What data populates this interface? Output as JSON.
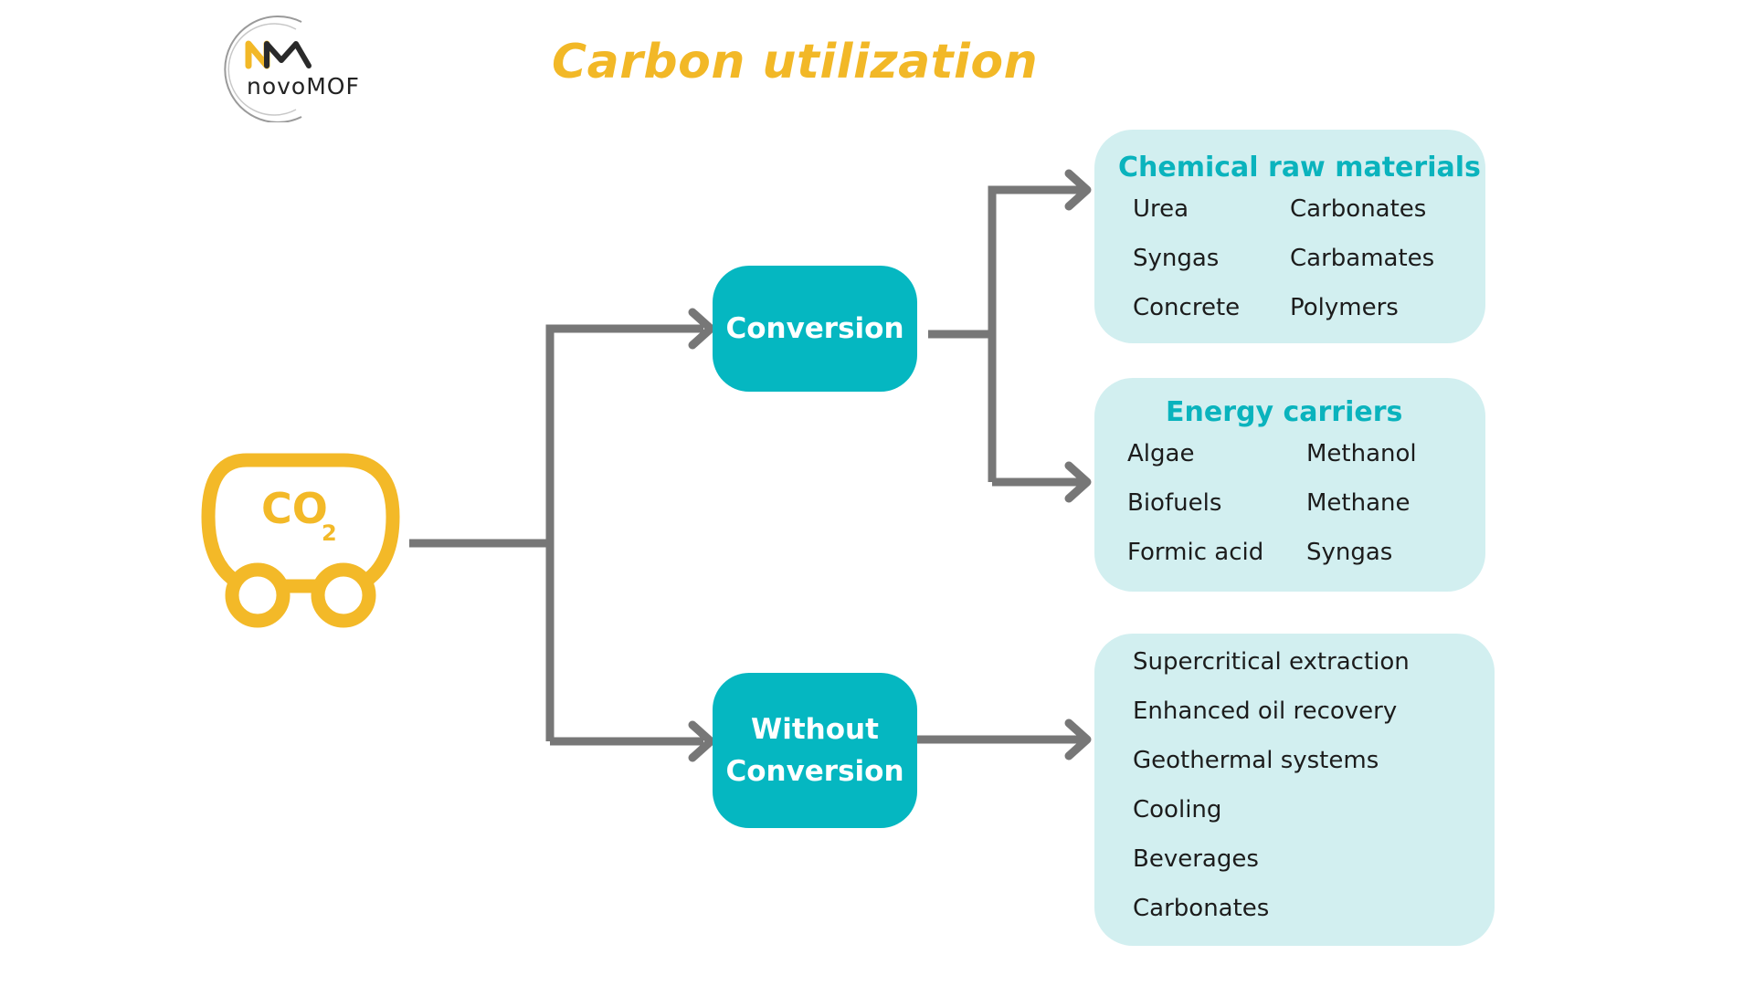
{
  "logo": {
    "text": "novoMOF",
    "icon": "novomof-wave-logo"
  },
  "title": "Carbon utilization",
  "source": {
    "label_main": "CO",
    "label_sub": "2",
    "icon": "co2-tank-cart-icon"
  },
  "colors": {
    "title": "#f2b827",
    "source": "#f3b928",
    "node": "#05b7c1",
    "node_text": "#ffffff",
    "box": "#d2eff0",
    "box_title": "#0ab3bd",
    "connector": "#777777"
  },
  "nodes": {
    "conversion": {
      "label": "Conversion"
    },
    "without_conversion": {
      "line1": "Without",
      "line2": "Conversion"
    }
  },
  "boxes": {
    "chemical": {
      "title": "Chemical raw materials",
      "left": [
        "Urea",
        "Syngas",
        "Concrete"
      ],
      "right": [
        "Carbonates",
        "Carbamates",
        "Polymers"
      ]
    },
    "energy": {
      "title": "Energy carriers",
      "left": [
        "Algae",
        "Biofuels",
        "Formic acid"
      ],
      "right": [
        "Methanol",
        "Methane",
        "Syngas"
      ]
    },
    "without": {
      "items": [
        "Supercritical extraction",
        "Enhanced oil recovery",
        "Geothermal systems",
        "Cooling",
        "Beverages",
        "Carbonates"
      ]
    }
  }
}
